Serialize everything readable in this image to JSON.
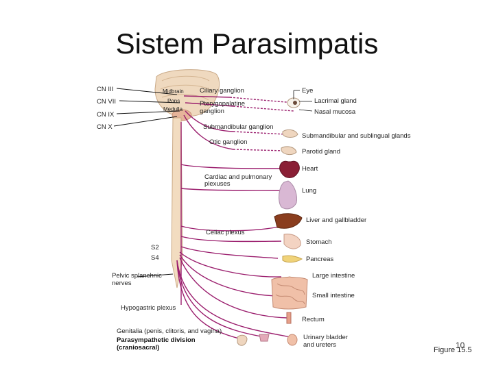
{
  "slide": {
    "title": "Sistem Parasimpatis",
    "page_number": "10",
    "figure_ref": "Figure 15.5"
  },
  "diagram": {
    "cranial_nerves": [
      "CN III",
      "CN VII",
      "CN IX",
      "CN X"
    ],
    "brain_regions": [
      "Midbrain",
      "Pons",
      "Medulla"
    ],
    "ganglia": {
      "ciliary": "Ciliary ganglion",
      "pterygopalatine_1": "Pterygopalatine",
      "pterygopalatine_2": "ganglion",
      "submandibular": "Submandibular ganglion",
      "otic": "Otic ganglion",
      "cardiac_1": "Cardiac and pulmonary",
      "cardiac_2": "plexuses",
      "celiac": "Celiac plexus",
      "hypogastric": "Hypogastric plexus"
    },
    "spinal": {
      "s2": "S2",
      "s4": "S4",
      "pelvic_1": "Pelvic splanchnic",
      "pelvic_2": "nerves"
    },
    "organs": {
      "eye": "Eye",
      "lacrimal": "Lacrimal gland",
      "nasal": "Nasal mucosa",
      "submandibular_glands": "Submandibular and sublingual glands",
      "parotid": "Parotid gland",
      "heart": "Heart",
      "lung": "Lung",
      "liver": "Liver and gallbladder",
      "stomach": "Stomach",
      "pancreas": "Pancreas",
      "large_intestine": "Large intestine",
      "small_intestine": "Small intestine",
      "rectum": "Rectum",
      "urinary_1": "Urinary bladder",
      "urinary_2": "and ureters"
    },
    "genitalia": "Genitalia (penis, clitoris, and vagina)",
    "division_1": "Parasympathetic division",
    "division_2": "(craniosacral)"
  },
  "colors": {
    "nerve": "#9b1f6e",
    "spinal_cord": "#f2dcc0",
    "brain": "#edd3b6"
  }
}
